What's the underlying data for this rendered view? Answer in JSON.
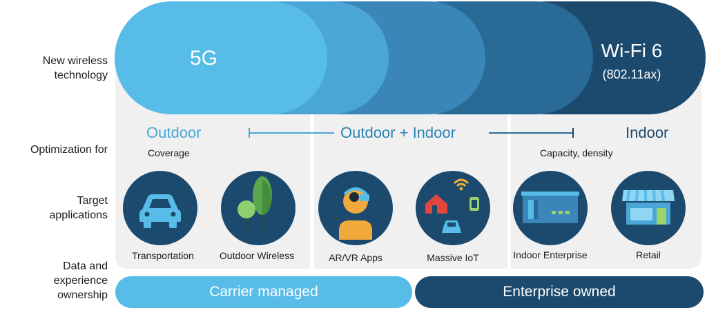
{
  "row_labels": {
    "technology": [
      "New wireless",
      "technology"
    ],
    "optimization": "Optimization for",
    "applications": [
      "Target",
      "applications"
    ],
    "ownership": [
      "Data and",
      "experience",
      "ownership"
    ]
  },
  "technologies": {
    "left": "5G",
    "right": "Wi-Fi 6",
    "right_sub": "(802.11ax)"
  },
  "optimization": {
    "outdoor": "Outdoor",
    "outdoor_indoor": "Outdoor + Indoor",
    "indoor": "Indoor",
    "coverage": "Coverage",
    "capacity": "Capacity, density"
  },
  "applications": [
    {
      "label": "Transportation",
      "icon": "car-icon"
    },
    {
      "label": "Outdoor Wireless",
      "icon": "trees-icon"
    },
    {
      "label": "AR/VR Apps",
      "icon": "vr-headset-person-icon"
    },
    {
      "label": "Massive IoT",
      "icon": "iot-devices-icon"
    },
    {
      "label": "Indoor Enterprise",
      "icon": "office-building-icon"
    },
    {
      "label": "Retail",
      "icon": "storefront-icon"
    }
  ],
  "ownership": {
    "carrier": "Carrier managed",
    "enterprise": "Enterprise owned"
  },
  "colors": {
    "light_blue": "#57bde8",
    "mid_blue": "#3a86b9",
    "dark_blue": "#1b4a6e",
    "panel_gray": "#f0f0f1"
  }
}
